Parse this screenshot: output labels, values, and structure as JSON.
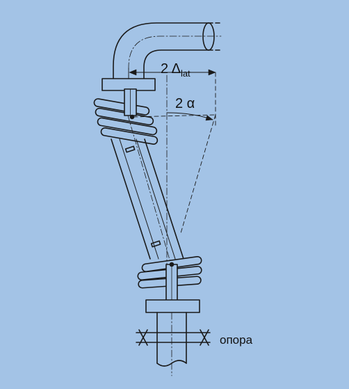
{
  "labels": {
    "lateral_displacement": "2 Δ",
    "lateral_displacement_subscript": "lat",
    "angle": "2 α",
    "support": "опора"
  },
  "colors": {
    "background": "#a3c3e6",
    "line": "#1a1a1a"
  }
}
